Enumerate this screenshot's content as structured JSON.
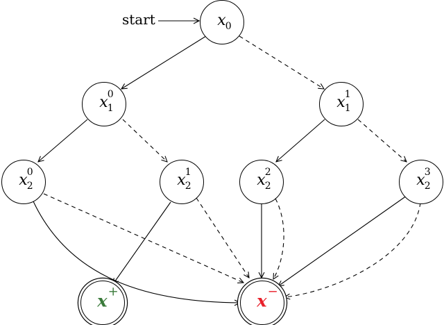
{
  "start_label": "start",
  "nodes": {
    "x0": {
      "var": "x",
      "sub": "0",
      "sup": ""
    },
    "x1_0": {
      "var": "x",
      "sub": "1",
      "sup": "0"
    },
    "x1_1": {
      "var": "x",
      "sub": "1",
      "sup": "1"
    },
    "x2_0": {
      "var": "x",
      "sub": "2",
      "sup": "0"
    },
    "x2_1": {
      "var": "x",
      "sub": "2",
      "sup": "1"
    },
    "x2_2": {
      "var": "x",
      "sub": "2",
      "sup": "2"
    },
    "x2_3": {
      "var": "x",
      "sub": "2",
      "sup": "3"
    },
    "xplus": {
      "var": "x",
      "sup": "+",
      "color": "#3a7a3a"
    },
    "xminus": {
      "var": "x",
      "sup": "−",
      "color": "#e8202a"
    }
  },
  "edges": [
    {
      "from": "x0",
      "to": "x1_0",
      "style": "solid"
    },
    {
      "from": "x0",
      "to": "x1_1",
      "style": "dashed"
    },
    {
      "from": "x1_0",
      "to": "x2_0",
      "style": "solid"
    },
    {
      "from": "x1_0",
      "to": "x2_1",
      "style": "dashed"
    },
    {
      "from": "x1_1",
      "to": "x2_2",
      "style": "solid"
    },
    {
      "from": "x1_1",
      "to": "x2_3",
      "style": "dashed"
    },
    {
      "from": "x2_0",
      "to": "xminus",
      "style": "dashed"
    },
    {
      "from": "x2_0",
      "to": "xminus",
      "style": "solid"
    },
    {
      "from": "x2_1",
      "to": "xplus",
      "style": "solid"
    },
    {
      "from": "x2_1",
      "to": "xminus",
      "style": "dashed"
    },
    {
      "from": "x2_2",
      "to": "xminus",
      "style": "solid"
    },
    {
      "from": "x2_2",
      "to": "xminus",
      "style": "dashed"
    },
    {
      "from": "x2_3",
      "to": "xminus",
      "style": "solid"
    },
    {
      "from": "x2_3",
      "to": "xminus",
      "style": "dashed"
    }
  ]
}
